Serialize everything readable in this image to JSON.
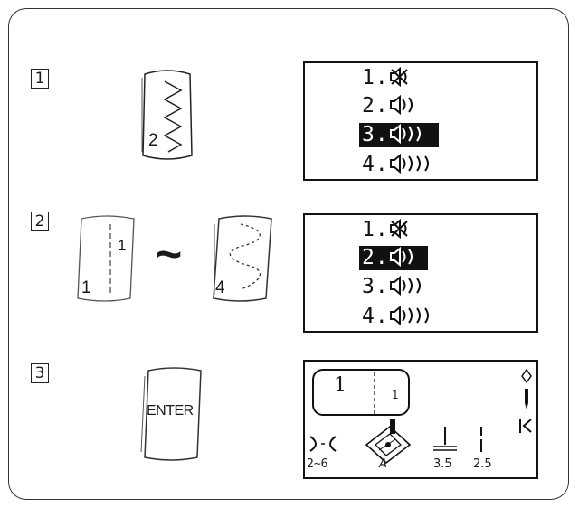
{
  "steps": [
    {
      "number": "1",
      "key_label": "2",
      "menu": [
        {
          "num": "1.",
          "icon": "speaker-muted-icon"
        },
        {
          "num": "2.",
          "icon": "speaker-low-icon"
        },
        {
          "num": "3.",
          "icon": "speaker-medium-icon"
        },
        {
          "num": "4.",
          "icon": "speaker-high-icon"
        }
      ],
      "selected_index": 2
    },
    {
      "number": "2",
      "key_first": {
        "small": "1",
        "big": "1"
      },
      "range_symbol": "~",
      "key_last": {
        "big": "4"
      },
      "menu": [
        {
          "num": "1.",
          "icon": "speaker-muted-icon"
        },
        {
          "num": "2.",
          "icon": "speaker-low-icon"
        },
        {
          "num": "3.",
          "icon": "speaker-medium-icon"
        },
        {
          "num": "4.",
          "icon": "speaker-high-icon"
        }
      ],
      "selected_index": 1
    },
    {
      "number": "3",
      "key_label": "ENTER",
      "display": {
        "pattern_number": "1",
        "pattern_small": "1",
        "tension_value": "2~6",
        "foot_value": "A",
        "width_value": "3.5",
        "length_value": "2.5"
      }
    }
  ],
  "colors": {
    "ink": "#111111",
    "frame": "#333333",
    "background": "#ffffff"
  }
}
